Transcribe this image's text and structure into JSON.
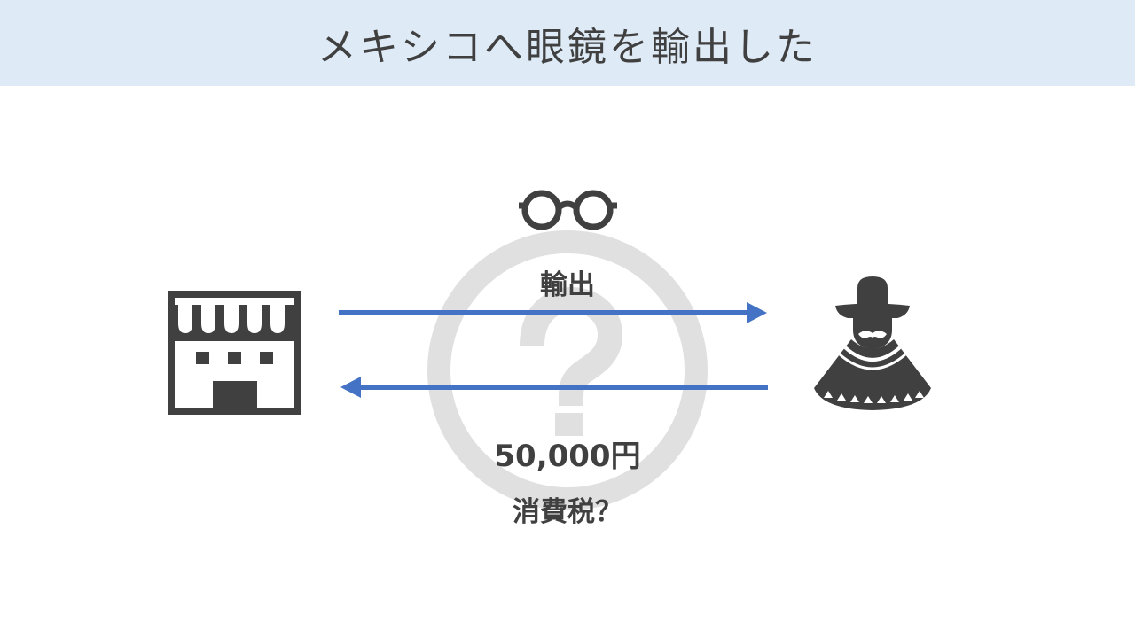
{
  "header": {
    "title": "メキシコへ眼鏡を輸出した"
  },
  "diagram": {
    "export_label": "輸出",
    "price_label": "50,000円",
    "tax_label": "消費税？",
    "icons": {
      "shop": "store-icon",
      "glasses": "glasses-icon",
      "question": "question-mark-icon",
      "customer": "mexican-person-icon"
    }
  },
  "colors": {
    "header_bg": "#deeaf6",
    "arrow": "#4472c4",
    "icon": "#404040",
    "question_mark": "#e0e0e0",
    "text": "#404040"
  }
}
